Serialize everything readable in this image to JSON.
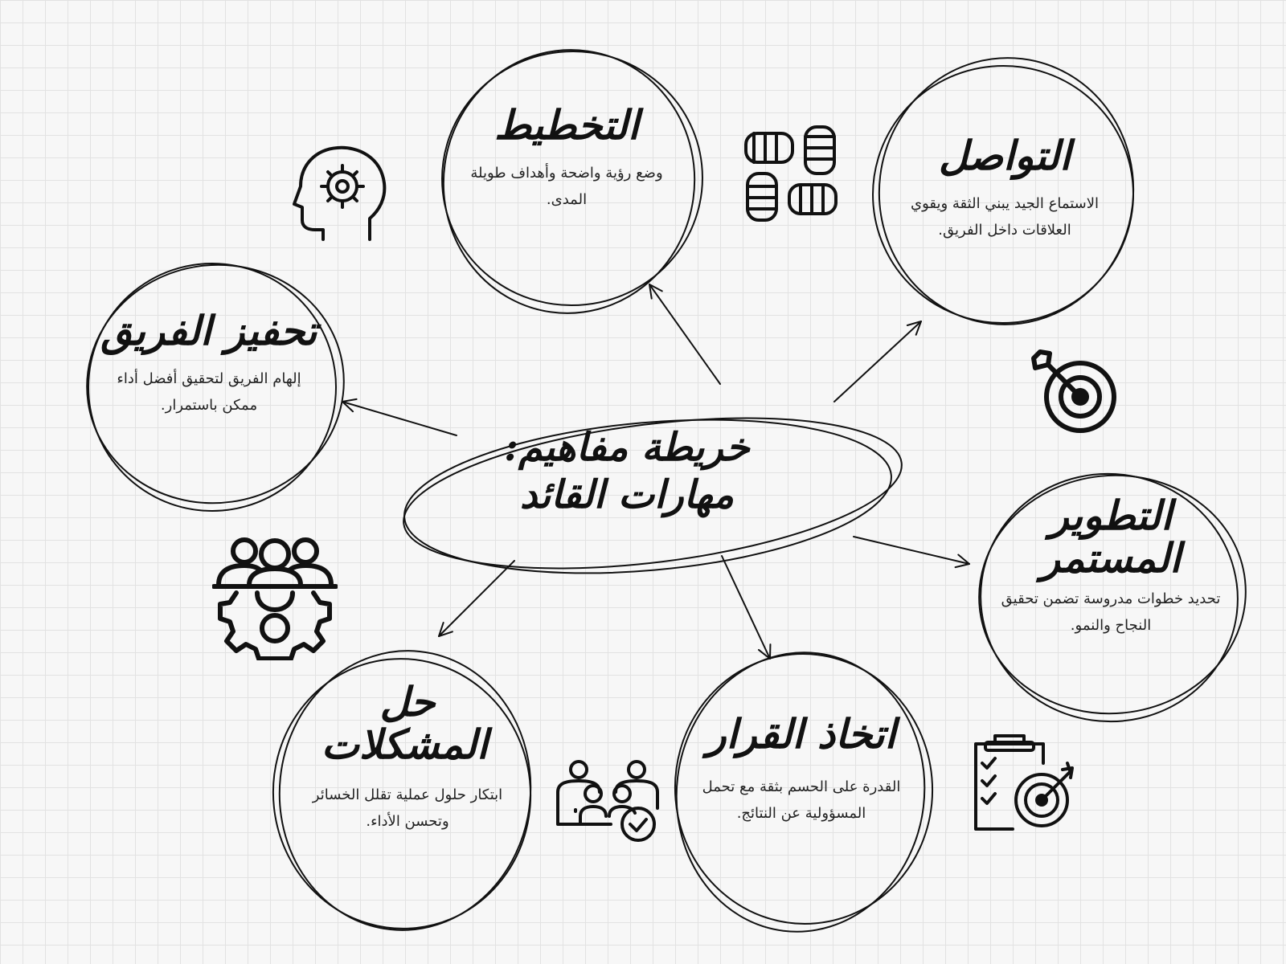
{
  "diagram": {
    "title_line1": "خريطة مفاهيم:",
    "title_line2": "مهارات القائد",
    "nodes": [
      {
        "id": "planning",
        "title": "التخطيط",
        "description": "وضع رؤية واضحة وأهداف طويلة المدى."
      },
      {
        "id": "communication",
        "title": "التواصل",
        "description": "الاستماع الجيد يبني الثقة ويقوي العلاقات داخل الفريق."
      },
      {
        "id": "motivation",
        "title": "تحفيز الفريق",
        "description": "إلهام الفريق لتحقيق أفضل أداء ممكن باستمرار."
      },
      {
        "id": "development",
        "title": "التطوير المستمر",
        "description": "تحديد خطوات مدروسة تضمن تحقيق النجاح والنمو."
      },
      {
        "id": "decision",
        "title": "اتخاذ القرار",
        "description": "القدرة على الحسم بثقة مع تحمل المسؤولية عن النتائج."
      },
      {
        "id": "problem",
        "title": "حل المشكلات",
        "description": "ابتكار حلول عملية تقلل الخسائر وتحسن الأداء."
      }
    ],
    "icons": [
      "brain-gear-icon",
      "teamwork-hands-icon",
      "target-icon",
      "team-gear-icon",
      "group-check-icon",
      "checklist-target-icon"
    ]
  }
}
